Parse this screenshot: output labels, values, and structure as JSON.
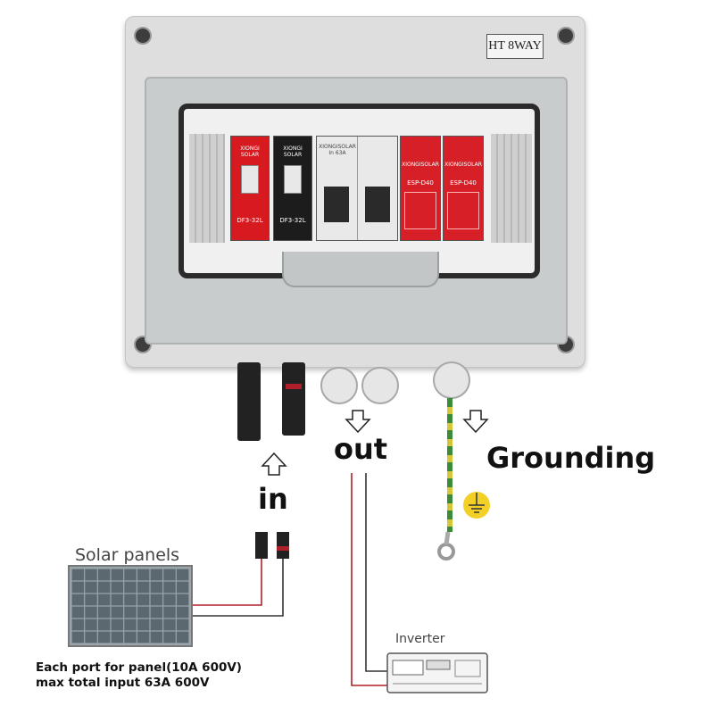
{
  "enclosure": {
    "label": "HT 8WAY"
  },
  "modules": {
    "fuse1": {
      "brand": "XIONGI SOLAR",
      "model": "DF3-32L"
    },
    "fuse2": {
      "brand": "XIONGI SOLAR",
      "model": "DF3-32L"
    },
    "breaker": {
      "brand": "XIONGISOLAR",
      "rating": "In 63A"
    },
    "spd1": {
      "brand": "XIONGISOLAR",
      "model": "ESP-D40"
    },
    "spd2": {
      "brand": "XIONGISOLAR",
      "model": "ESP-D40"
    }
  },
  "labels": {
    "in": "in",
    "out": "out",
    "grounding": "Grounding",
    "solar_panels": "Solar panels",
    "inverter": "Inverter",
    "note_line1": "Each port for panel(10A 600V)",
    "note_line2": "max total input 63A 600V"
  },
  "colors": {
    "enclosure": "#dedede",
    "fuse_red": "#d71920",
    "fuse_black": "#1c1c1c",
    "spd_red": "#d61f26",
    "wire_red": "#b0202a",
    "ground_yellow": "#d8c63a",
    "ground_green": "#3a8c3a"
  },
  "icons": [
    "down-arrow-icon",
    "up-arrow-icon",
    "ground-symbol-icon",
    "mc4-connector-icon"
  ]
}
